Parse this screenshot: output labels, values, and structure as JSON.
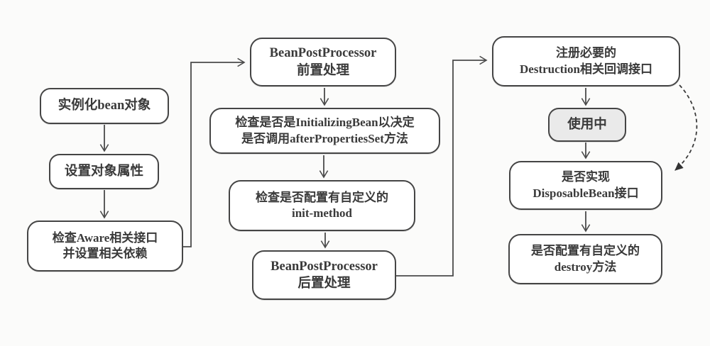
{
  "diagram_title": "spring-bean-lifecycle-flowchart",
  "colors": {
    "background": "#fbfbfa",
    "box_fill": "#ffffff",
    "box_border": "#454545",
    "highlighted_box_fill": "#eaeaea",
    "line": "#4a4a4a",
    "text": "#3a3a3a"
  },
  "nodes": {
    "instantiate": {
      "line1": "实例化bean对象"
    },
    "set_properties": {
      "line1": "设置对象属性"
    },
    "check_aware": {
      "line1": "检查Aware相关接口",
      "line2": "并设置相关依赖"
    },
    "bpp_before": {
      "line1": "BeanPostProcessor",
      "line2": "前置处理"
    },
    "check_initializing_bean": {
      "line1": "检查是否是InitializingBean以决定",
      "line2": "是否调用afterPropertiesSet方法"
    },
    "check_init_method": {
      "line1": "检查是否配置有自定义的",
      "line2": "init-method"
    },
    "bpp_after": {
      "line1": "BeanPostProcessor",
      "line2": "后置处理"
    },
    "register_destruction": {
      "line1": "注册必要的",
      "line2": "Destruction相关回调接口"
    },
    "in_use": {
      "line1": "使用中"
    },
    "check_disposable_bean": {
      "line1": "是否实现",
      "line2": "DisposableBean接口"
    },
    "check_destroy_method": {
      "line1": "是否配置有自定义的",
      "line2": "destroy方法"
    }
  },
  "edges": [
    {
      "from": "instantiate",
      "to": "set_properties",
      "style": "solid-arrow"
    },
    {
      "from": "set_properties",
      "to": "check_aware",
      "style": "solid-arrow"
    },
    {
      "from": "check_aware",
      "to": "bpp_before",
      "style": "solid-elbow-arrow"
    },
    {
      "from": "bpp_before",
      "to": "check_initializing_bean",
      "style": "solid-arrow"
    },
    {
      "from": "check_initializing_bean",
      "to": "check_init_method",
      "style": "solid-arrow"
    },
    {
      "from": "check_init_method",
      "to": "bpp_after",
      "style": "solid-arrow"
    },
    {
      "from": "bpp_after",
      "to": "register_destruction",
      "style": "solid-elbow-arrow"
    },
    {
      "from": "register_destruction",
      "to": "in_use",
      "style": "solid-arrow"
    },
    {
      "from": "in_use",
      "to": "check_disposable_bean",
      "style": "solid-arrow"
    },
    {
      "from": "check_disposable_bean",
      "to": "check_destroy_method",
      "style": "solid-arrow"
    },
    {
      "from": "register_destruction",
      "to": "check_disposable_bean",
      "style": "dashed-curve-arrow"
    }
  ]
}
